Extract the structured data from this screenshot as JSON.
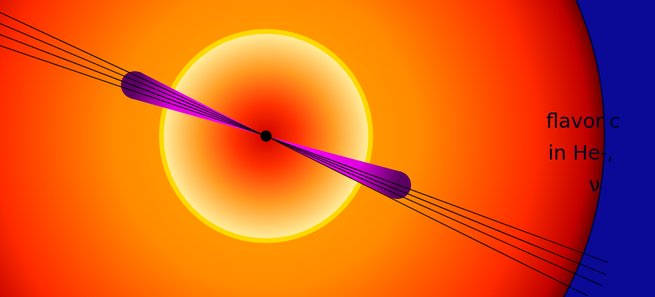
{
  "diagram": {
    "labels": [
      "flavor c",
      "in He-,",
      "ν"
    ]
  }
}
